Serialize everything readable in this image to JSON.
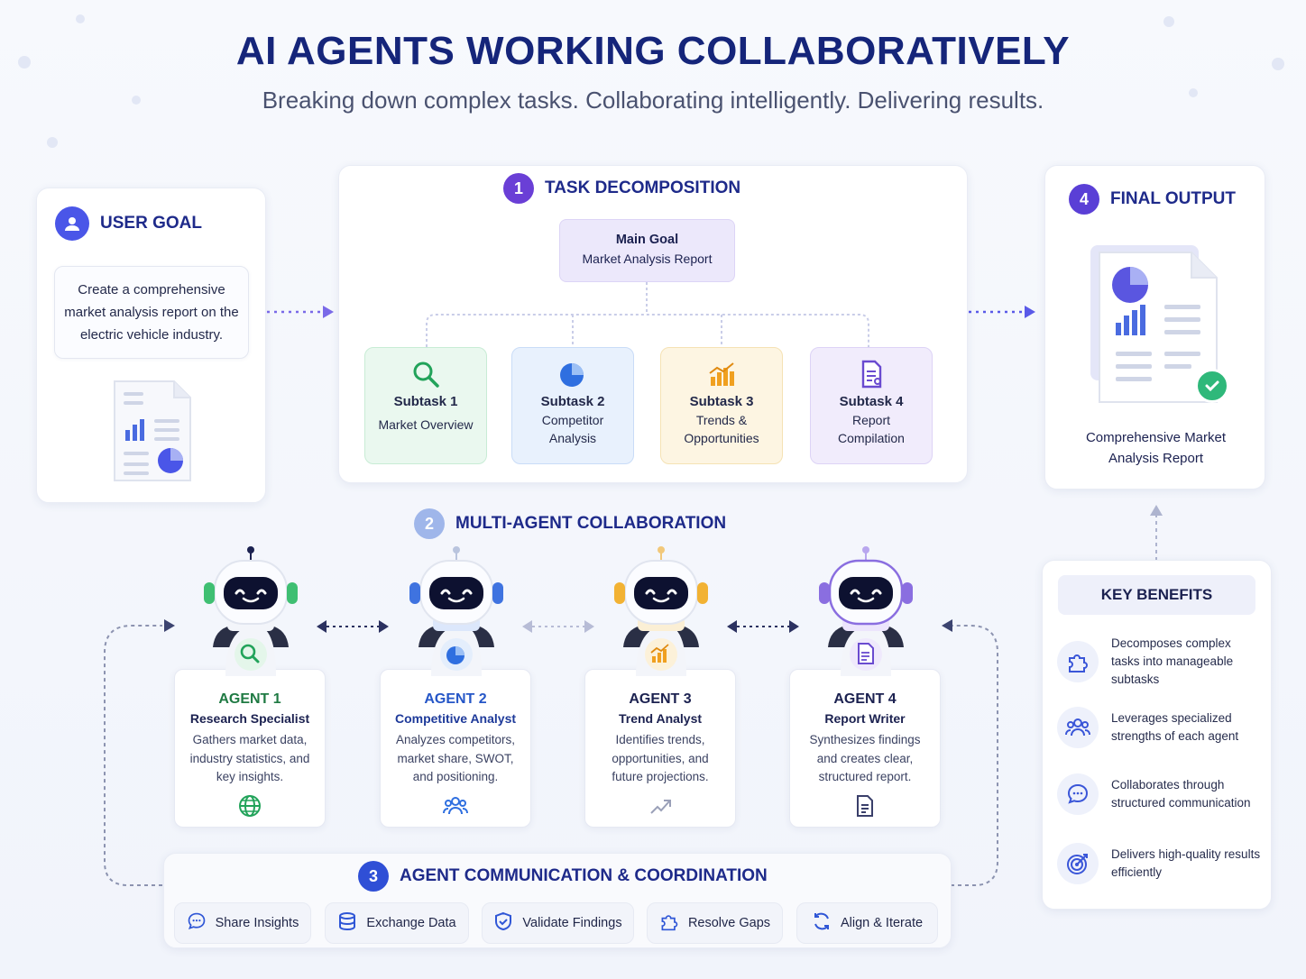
{
  "header": {
    "title": "AI AGENTS WORKING COLLABORATIVELY",
    "subtitle": "Breaking down complex tasks. Collaborating intelligently. Delivering results."
  },
  "user_goal": {
    "heading": "USER GOAL",
    "text": "Create a comprehensive market analysis report on the electric vehicle industry."
  },
  "decomposition": {
    "number": "1",
    "heading": "TASK DECOMPOSITION",
    "main_label": "Main Goal",
    "main_value": "Market Analysis Report",
    "subtasks": [
      {
        "title": "Subtask 1",
        "desc": "Market Overview",
        "icon": "search-icon",
        "color": "#22a35a"
      },
      {
        "title": "Subtask 2",
        "desc": "Competitor Analysis",
        "icon": "pie-chart-icon",
        "color": "#2f6fe0"
      },
      {
        "title": "Subtask 3",
        "desc": "Trends & Opportunities",
        "icon": "bar-chart-icon",
        "color": "#f0a020"
      },
      {
        "title": "Subtask 4",
        "desc": "Report Compilation",
        "icon": "document-icon",
        "color": "#6a4bd0"
      }
    ]
  },
  "final_output": {
    "number": "4",
    "heading": "FINAL OUTPUT",
    "caption": "Comprehensive Market Analysis Report"
  },
  "collaboration": {
    "number": "2",
    "heading": "MULTI-AGENT COLLABORATION",
    "agents": [
      {
        "name": "AGENT 1",
        "role": "Research Specialist",
        "desc": "Gathers market data, industry statistics, and key insights.",
        "color": "#1f7a43",
        "icon": "search-icon",
        "footer_icon": "globe-icon"
      },
      {
        "name": "AGENT 2",
        "role": "Competitive Analyst",
        "desc": "Analyzes competitors, market share, SWOT, and positioning.",
        "color": "#2556c7",
        "icon": "pie-chart-icon",
        "footer_icon": "team-icon"
      },
      {
        "name": "AGENT 3",
        "role": "Trend Analyst",
        "desc": "Identifies trends, opportunities, and future projections.",
        "color": "#1b2150",
        "icon": "bar-chart-icon",
        "footer_icon": "trend-icon"
      },
      {
        "name": "AGENT 4",
        "role": "Report Writer",
        "desc": "Synthesizes findings and creates clear, structured report.",
        "color": "#1b2150",
        "icon": "document-icon",
        "footer_icon": "document-icon"
      }
    ]
  },
  "communication": {
    "number": "3",
    "heading": "AGENT COMMUNICATION & COORDINATION",
    "items": [
      {
        "label": "Share Insights",
        "icon": "chat-icon"
      },
      {
        "label": "Exchange Data",
        "icon": "database-icon"
      },
      {
        "label": "Validate Findings",
        "icon": "shield-icon"
      },
      {
        "label": "Resolve Gaps",
        "icon": "puzzle-icon"
      },
      {
        "label": "Align & Iterate",
        "icon": "refresh-icon"
      }
    ]
  },
  "benefits": {
    "heading": "KEY BENEFITS",
    "items": [
      {
        "text": "Decomposes complex tasks into manageable subtasks",
        "icon": "puzzle-icon"
      },
      {
        "text": "Leverages specialized strengths of each agent",
        "icon": "team-icon"
      },
      {
        "text": "Collaborates through structured communication",
        "icon": "chat-icon"
      },
      {
        "text": "Delivers high-quality results efficiently",
        "icon": "target-icon"
      }
    ]
  },
  "colors": {
    "primary": "#15257a",
    "accent": "#6a4bd0",
    "green": "#22a35a",
    "blue": "#2f6fe0",
    "orange": "#f0a020",
    "purple": "#7a5ae0"
  }
}
